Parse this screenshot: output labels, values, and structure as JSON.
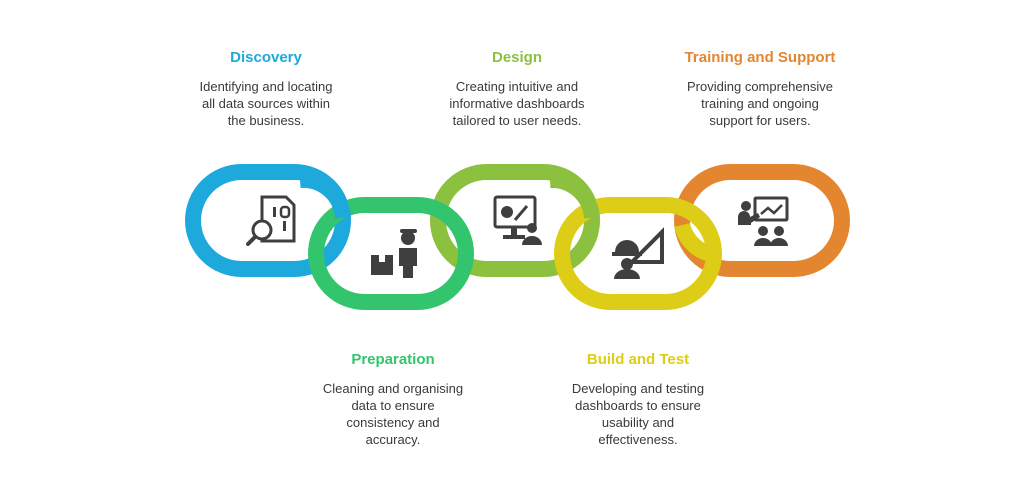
{
  "steps": [
    {
      "title": "Discovery",
      "description": "Identifying and locating\nall data sources within\nthe business.",
      "color": "#1DA9DC",
      "icon": "data-search-icon"
    },
    {
      "title": "Preparation",
      "description": "Cleaning and organising\ndata to ensure\nconsistency and\naccuracy.",
      "color": "#33C46E",
      "icon": "worker-box-icon"
    },
    {
      "title": "Design",
      "description": "Creating intuitive and\ninformative dashboards\ntailored to user needs.",
      "color": "#8CC13F",
      "icon": "designer-monitor-icon"
    },
    {
      "title": "Build and Test",
      "description": "Developing and testing\ndashboards to ensure\nusability and\neffectiveness.",
      "color": "#DDCD16",
      "icon": "engineer-triangle-icon"
    },
    {
      "title": "Training and Support",
      "description": "Providing comprehensive\ntraining and ongoing\nsupport for users.",
      "color": "#E48630",
      "icon": "training-presentation-icon"
    }
  ]
}
